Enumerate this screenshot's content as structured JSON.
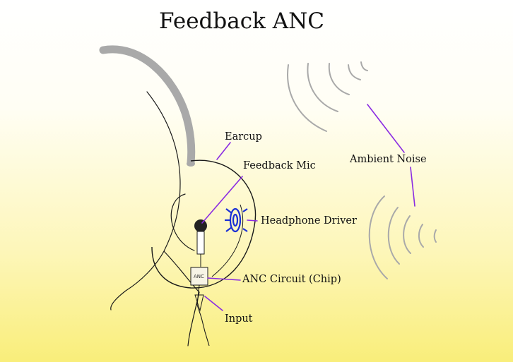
{
  "diagram": {
    "title": "Feedback ANC",
    "labels": {
      "earcup": "Earcup",
      "feedback_mic": "Feedback Mic",
      "ambient_noise": "Ambient Noise",
      "headphone_driver": "Headphone Driver",
      "anc_circuit": "ANC Circuit (Chip)",
      "input": "Input"
    },
    "chip_text": "ANC",
    "colors": {
      "leader_line": "#8a2be2",
      "driver": "#1a2fd6",
      "headband": "#a9a9a9",
      "sound_waves": "#a9a9a9",
      "outline": "#1a1a1a"
    }
  }
}
